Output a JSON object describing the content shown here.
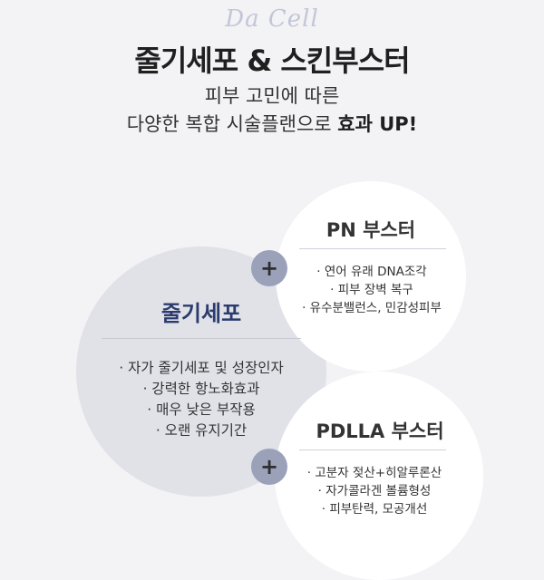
{
  "brand": "Da Cell",
  "headline": {
    "title": "줄기세포 & 스킨부스터",
    "subtitle_line1": "피부 고민에 따른",
    "subtitle_line2_prefix": "다양한 복합 시술플랜으로",
    "subtitle_line2_emphasis": "효과 UP!"
  },
  "colors": {
    "background": "#f3f3f5",
    "accent_navy": "#2b3b6e",
    "brand_gray": "#c2c6d6",
    "plus_circle": "#9aa1b9"
  },
  "stem_cell": {
    "title": "줄기세포",
    "items": [
      "· 자가 줄기세포 및 성장인자",
      "· 강력한 항노화효과",
      "· 매우 낮은 부작용",
      "· 오랜 유지기간"
    ]
  },
  "pn_booster": {
    "title": "PN 부스터",
    "items": [
      "· 연어 유래 DNA조각",
      "· 피부 장벽 복구",
      "· 유수분밸런스, 민감성피부"
    ]
  },
  "pdlla_booster": {
    "title": "PDLLA 부스터",
    "items": [
      "· 고분자 젖산+히알루론산",
      "· 자가콜라겐 볼륨형성",
      "· 피부탄력, 모공개선"
    ]
  },
  "plus_symbol": "+",
  "icons": {
    "plus_top": "plus-icon",
    "plus_bottom": "plus-icon"
  }
}
